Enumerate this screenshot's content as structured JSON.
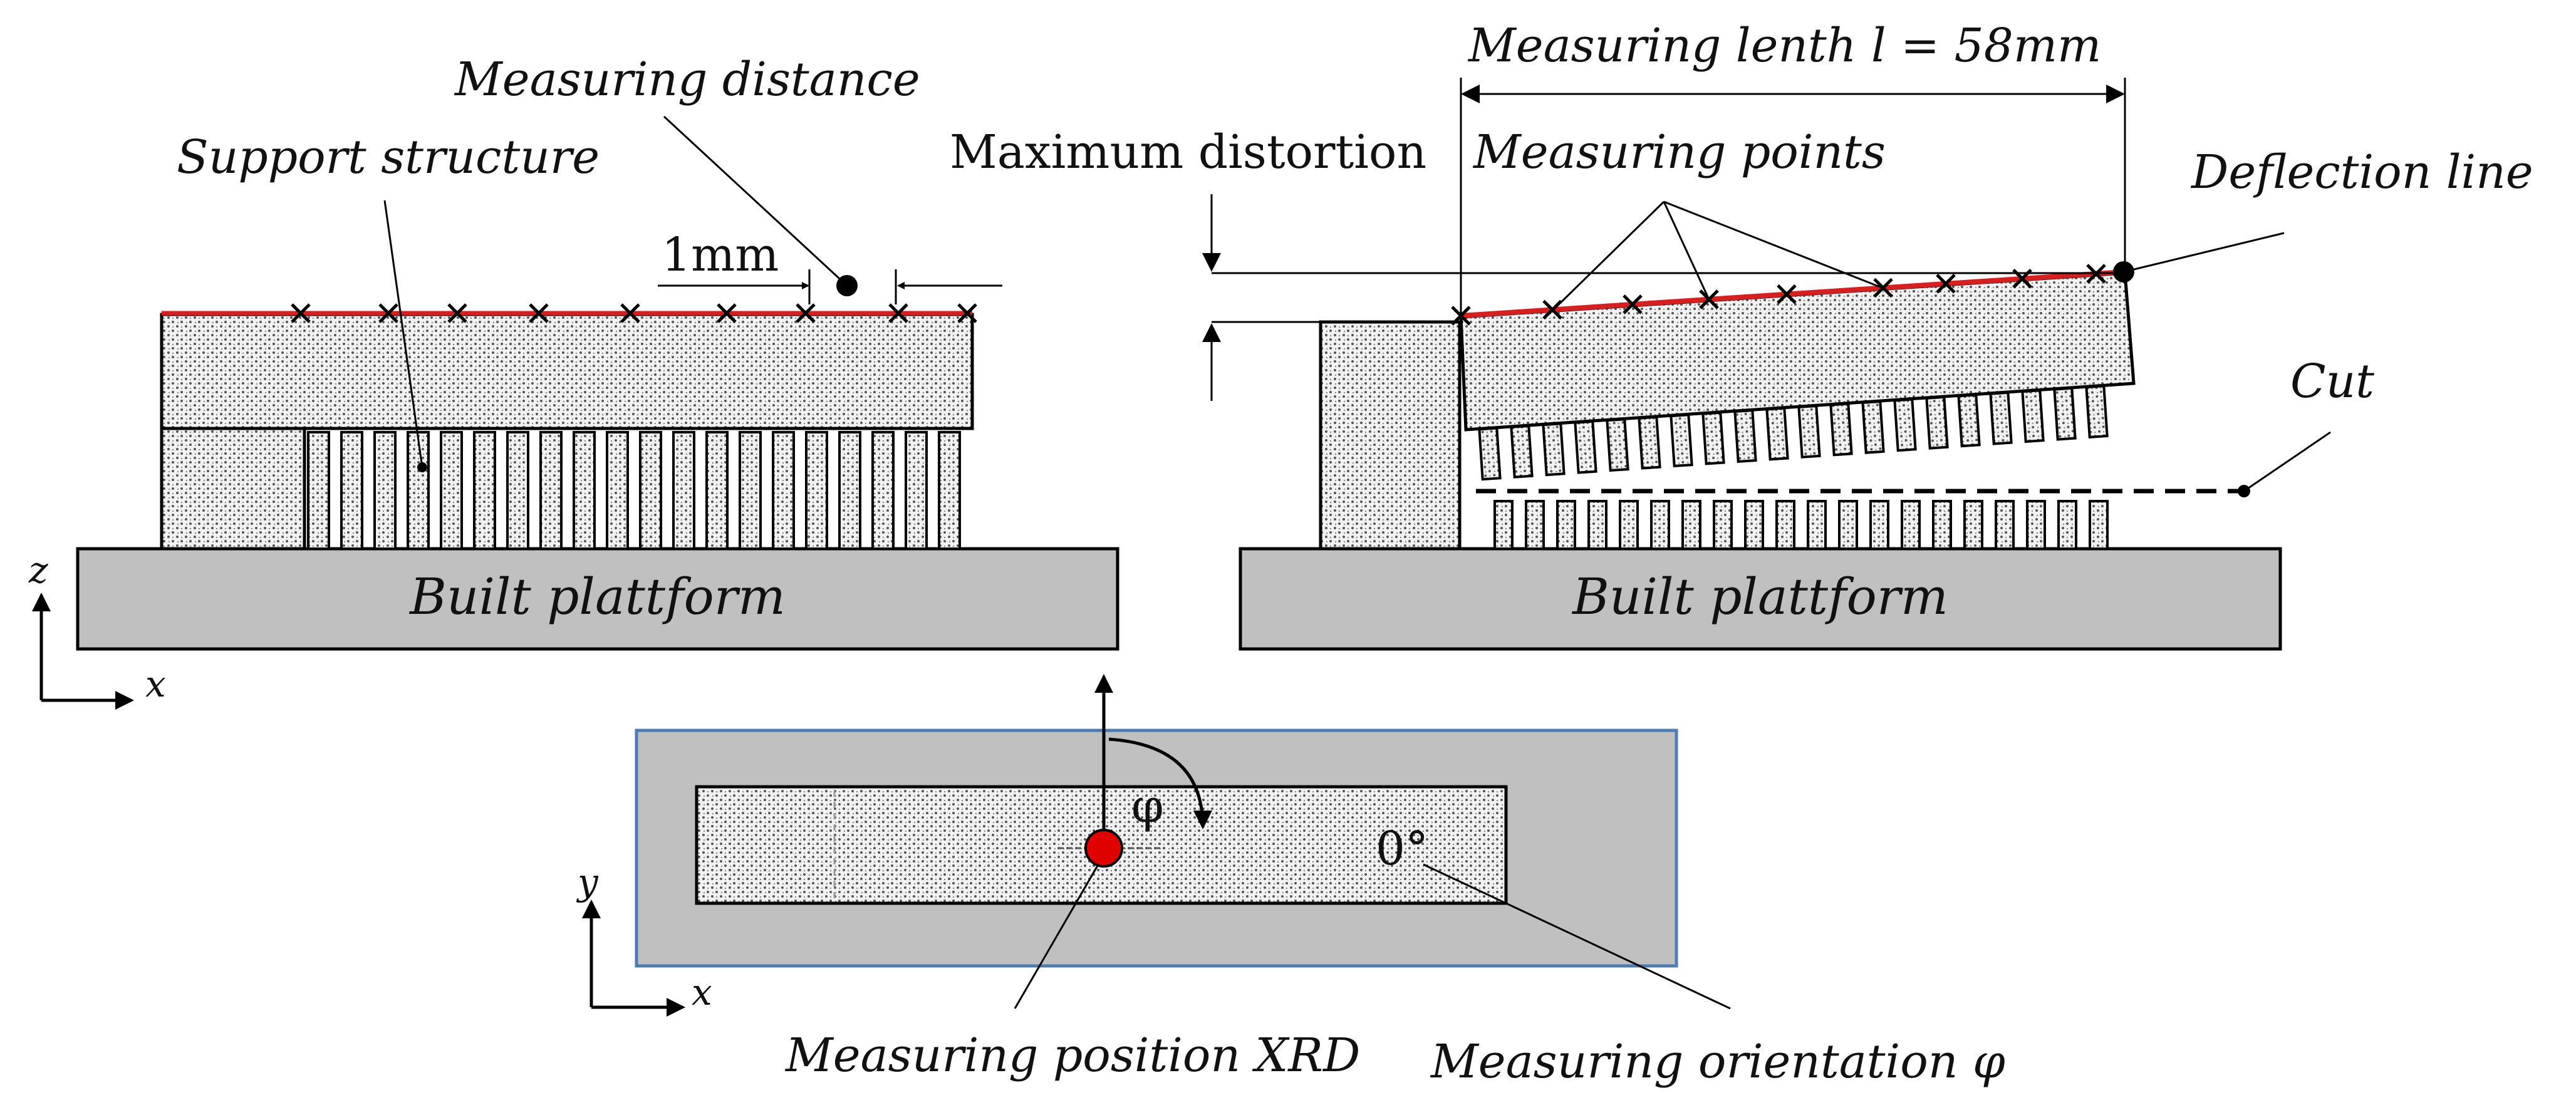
{
  "labels": {
    "measuring_distance": "Measuring distance",
    "support_structure": "Support structure",
    "one_mm": "1mm",
    "built_platform_left": "Built plattform",
    "axis_z": "z",
    "axis_x_left": "x",
    "measuring_length": "Measuring lenth l = 58mm",
    "maximum_distortion": "Maximum distortion",
    "measuring_points": "Measuring points",
    "deflection_line": "Deflection line",
    "cut": "Cut",
    "built_platform_right": "Built plattform",
    "phi": "φ",
    "zero_deg": "0°",
    "axis_y": "y",
    "axis_x_bottom": "x",
    "measuring_position_xrd": "Measuring position XRD",
    "measuring_orientation": "Measuring orientation φ"
  },
  "colors": {
    "deflection_red": "#d81e1e",
    "platform_gray": "#c0c0c0",
    "bottom_frame_blue": "#4f7bb5",
    "xrd_point_red": "#e00000"
  }
}
